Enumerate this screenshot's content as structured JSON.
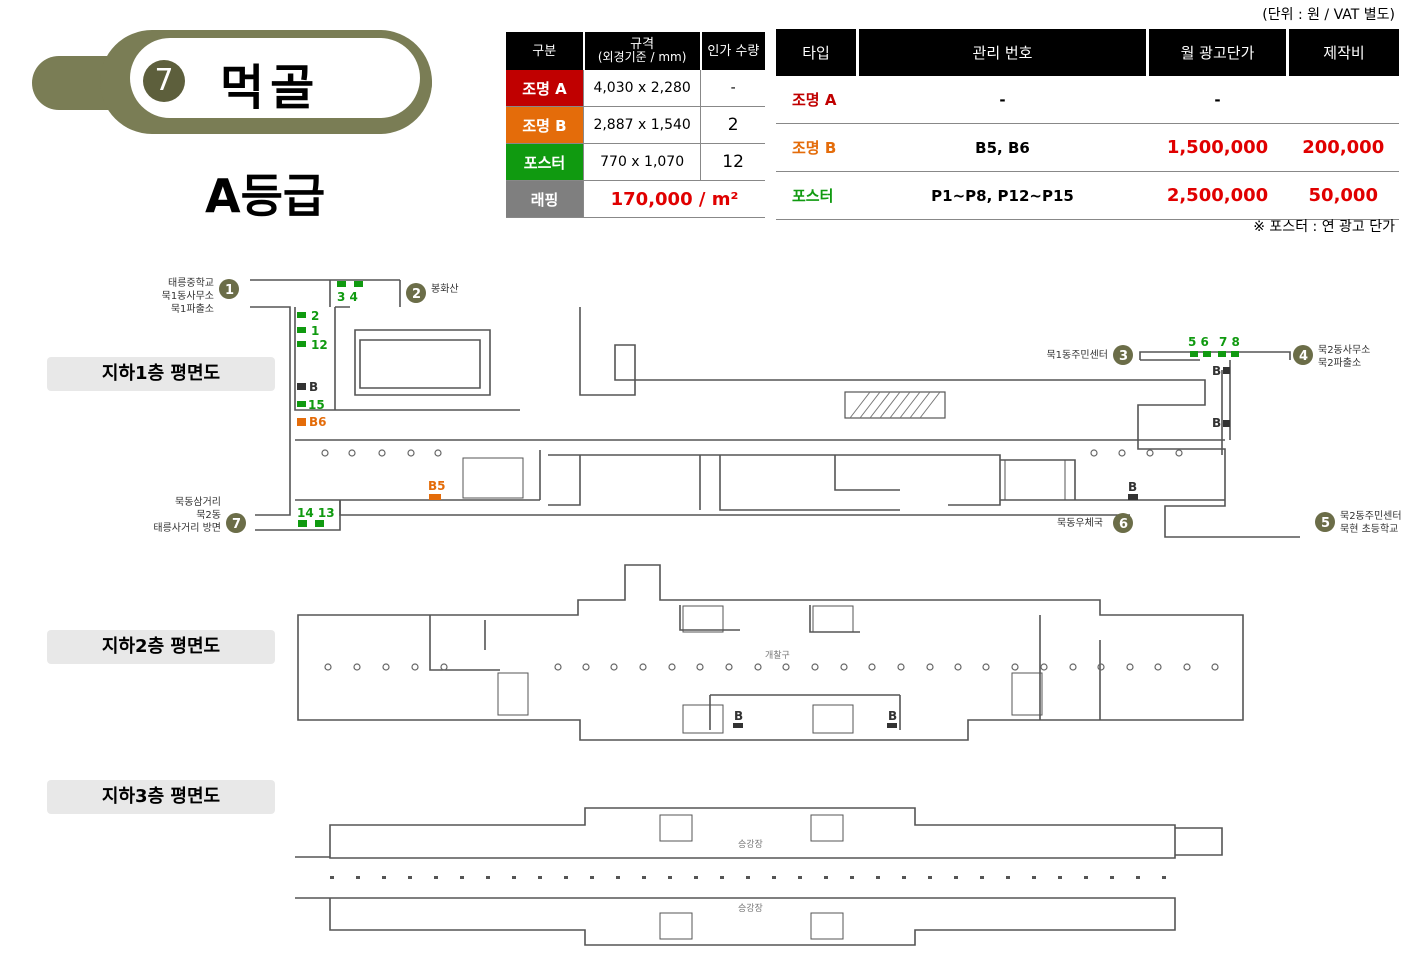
{
  "unit_note": "(단위 : 원 / VAT 별도)",
  "station": {
    "number": "7",
    "name": "먹골"
  },
  "grade": "A등급",
  "spec_table": {
    "headers": [
      "구분",
      "규격\n(외경기준 / mm)",
      "인가 수량"
    ],
    "header_top": "규격",
    "header_sub": "(외경기준 / mm)",
    "rows": [
      {
        "label": "조명 A",
        "color": "#c00000",
        "size": "4,030 x 2,280",
        "qty": "-"
      },
      {
        "label": "조명 B",
        "color": "#e46c0a",
        "size": "2,887 x 1,540",
        "qty": "2"
      },
      {
        "label": "포스터",
        "color": "#109a10",
        "size": "770 x 1,070",
        "qty": "12"
      }
    ],
    "wrap": {
      "label": "래핑",
      "color": "#7f7f7f",
      "price": "170,000 / m²"
    }
  },
  "price_table": {
    "headers": [
      "타입",
      "관리 번호",
      "월 광고단가",
      "제작비"
    ],
    "rows": [
      {
        "type": "조명 A",
        "color": "#c00000",
        "ids": "-",
        "monthly": "-",
        "production": ""
      },
      {
        "type": "조명 B",
        "color": "#e46c0a",
        "ids": "B5, B6",
        "monthly": "1,500,000",
        "production": "200,000"
      },
      {
        "type": "포스터",
        "color": "#109a10",
        "ids": "P1~P8, P12~P15",
        "monthly": "2,500,000",
        "production": "50,000"
      }
    ]
  },
  "foot_note": "※ 포스터 : 연 광고 단가",
  "floors": {
    "b1": "지하1층 평면도",
    "b2": "지하2층 평면도",
    "b3": "지하3층 평면도"
  },
  "exits": {
    "e1": {
      "num": "1",
      "l1": "태릉중학교",
      "l2": "묵1동사무소",
      "l3": "묵1파출소"
    },
    "e2": {
      "num": "2",
      "l1": "봉화산"
    },
    "e3": {
      "num": "3",
      "l1": "묵1동주민센터"
    },
    "e4": {
      "num": "4",
      "l1": "묵2동사무소",
      "l2": "묵2파출소"
    },
    "e5": {
      "num": "5",
      "l1": "묵2동주민센터",
      "l2": "묵현 초등학교"
    },
    "e6": {
      "num": "6",
      "l1": "묵동우체국"
    },
    "e7": {
      "num": "7",
      "l1": "묵동삼거리",
      "l2": "묵2동",
      "l3": "태릉사거리 방면"
    }
  },
  "markers": {
    "p34": "3  4",
    "p2": "2",
    "p1": "1",
    "p12": "12",
    "b": "B",
    "p15": "15",
    "b6": "B6",
    "b5": "B5",
    "p1413": "14 13",
    "p56": "5 6",
    "p78": "7 8"
  },
  "rooms": {
    "ticket": "개찰구",
    "platform": "승강장"
  }
}
